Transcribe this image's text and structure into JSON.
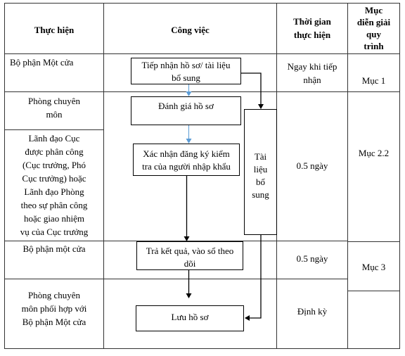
{
  "header": {
    "col1": "Thực hiện",
    "col2": "Công việc",
    "col3": "Thời gian\nthực hiện",
    "col4": "Mục\ndiễn giải\nquy\ntrình"
  },
  "rows": {
    "r1": {
      "actor": "Bộ phận Một cửa",
      "time": "Ngay khi tiếp\nnhận",
      "section": "Mục 1"
    },
    "r2": {
      "actor": "Phòng chuyên\nmôn"
    },
    "r3": {
      "actor": "Lãnh đạo Cục\nđược phân công\n(Cục trưởng, Phó\nCục trưởng) hoặc\nLãnh đạo Phòng\ntheo sự phân công\nhoặc giao nhiệm\nvụ của Cục trưởng",
      "time": "0.5 ngày",
      "section": "Mục 2.2"
    },
    "r4": {
      "actor": "Bộ phận một cửa",
      "time": "0.5 ngày",
      "section": "Mục 3"
    },
    "r5": {
      "actor": "Phòng chuyên\nmôn phối hợp với\nBộ phận Một cửa",
      "time": "Định kỳ"
    }
  },
  "flow": {
    "step1": "Tiếp nhận hồ sơ/ tài liệu\nbổ sung",
    "step2": "Đánh giá hồ sơ",
    "step3": "Xác nhận đăng ký kiểm\ntra của người nhập khẩu",
    "supplement": "Tài\nliệu\nbổ\nsung",
    "step4": "Trả kết quả, vào sổ theo\ndõi",
    "step5": "Lưu hồ sơ"
  },
  "colors": {
    "grid": "#333333",
    "blue_arrow": "#5b9bd5",
    "black_arrow": "#000000"
  }
}
